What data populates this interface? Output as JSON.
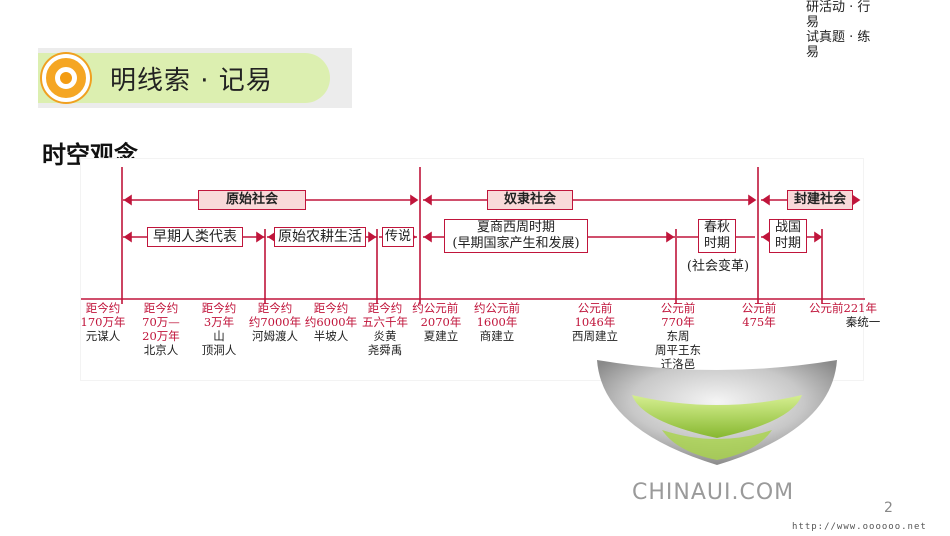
{
  "topnav": {
    "line1": "研活动 · 行\n易",
    "line2": "试真题 · 练\n易"
  },
  "banner": {
    "title": "明线索 · 记易"
  },
  "section_title": "时空观念",
  "diagram": {
    "eras": [
      {
        "label": "原始社会"
      },
      {
        "label": "奴隶社会"
      },
      {
        "label": "封建社会"
      }
    ],
    "periods": [
      {
        "label": "早期人类代表"
      },
      {
        "label": "原始农耕生活"
      },
      {
        "label": "传说"
      },
      {
        "label": "夏商西周时期\n(早期国家产生和发展)"
      },
      {
        "label": "春秋\n时期"
      },
      {
        "label": "(社会变革)"
      },
      {
        "label": "战国\n时期"
      }
    ],
    "timepoints": [
      {
        "date": "距今约\n170万年",
        "event": "元谋人"
      },
      {
        "date": "距今约\n70万—\n20万年",
        "event": "北京人"
      },
      {
        "date": "距今约\n3万年",
        "event": "山\n顶洞人"
      },
      {
        "date": "距今约\n约7000年",
        "event": "河姆渡人"
      },
      {
        "date": "距今约\n约6000年",
        "event": "半坡人"
      },
      {
        "date": "距今约\n五六千年",
        "event": "炎黄\n尧舜禹"
      },
      {
        "date": "约",
        "event": ""
      },
      {
        "date": "公元前\n2070年",
        "event": "夏建立"
      },
      {
        "date": "约公元前\n1600年",
        "event": "商建立"
      },
      {
        "date": "公元前\n1046年",
        "event": "西周建立"
      },
      {
        "date": "公元前\n770年",
        "event": "东周\n周平王东\n迁洛邑"
      },
      {
        "date": "公元前\n475年",
        "event": ""
      },
      {
        "date": "公元前221年",
        "event": "秦统一"
      }
    ]
  },
  "watermark": "CHINAUI.COM",
  "page_number": "2",
  "footer_url": "http://www.oooooo.net",
  "colors": {
    "accent": "#c0153b",
    "banner": "#dcefb0",
    "orange": "#f5a623"
  }
}
